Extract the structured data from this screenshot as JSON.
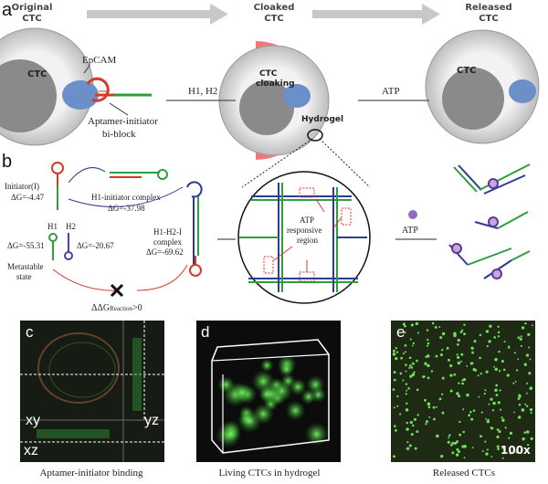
{
  "panel_a": {
    "label": "a",
    "headers": {
      "original": "Original CTC",
      "cloaked": "Cloaked CTC",
      "released": "Released CTC"
    },
    "cell_label": "CTC",
    "epcam": "EpCAM",
    "aptamer_line1": "Aptamer-initiator",
    "aptamer_line2": "bi-block",
    "step1": "H1, H2",
    "step2": "ATP",
    "cloaking_line1": "CTC",
    "cloaking_line2": "cloaking",
    "hydrogel": "Hydrogel"
  },
  "panel_b": {
    "label": "b",
    "initiator": "Initiator(I)",
    "initiator_dg": "ΔG=-4.47",
    "h1_initiator": "H1-initiator complex",
    "h1_initiator_dg": "ΔG=-37.98",
    "h1": "H1",
    "h2": "H2",
    "h1_dg": "ΔG=-55.31",
    "h2_dg": "ΔG=-20.67",
    "metastable_line1": "Metastable",
    "metastable_line2": "state",
    "h1h2i_line1": "H1-H2-I",
    "h1h2i_line2": "complex",
    "h1h2i_dg": "ΔG=-69.62",
    "ddg": "ΔΔG",
    "ddg_sub": "Reaction",
    "ddg_tail": ">0",
    "atp_region_line1": "ATP",
    "atp_region_line2": "responsive",
    "atp_region_line3": "region",
    "atp": "ATP"
  },
  "panel_c": {
    "label": "c",
    "xy": "xy",
    "yz": "yz",
    "xz": "xz",
    "caption": "Aptamer-initiator binding"
  },
  "panel_d": {
    "label": "d",
    "caption": "Living CTCs  in hydrogel"
  },
  "panel_e": {
    "label": "e",
    "magnification": "100x",
    "caption": "Released CTCs"
  },
  "colors": {
    "green": "#2e9e3e",
    "red": "#d63a2a",
    "blue": "#2d3d8e",
    "purple": "#5a3c96",
    "cloak": "#f07878",
    "epcam": "#6b8fc8"
  }
}
